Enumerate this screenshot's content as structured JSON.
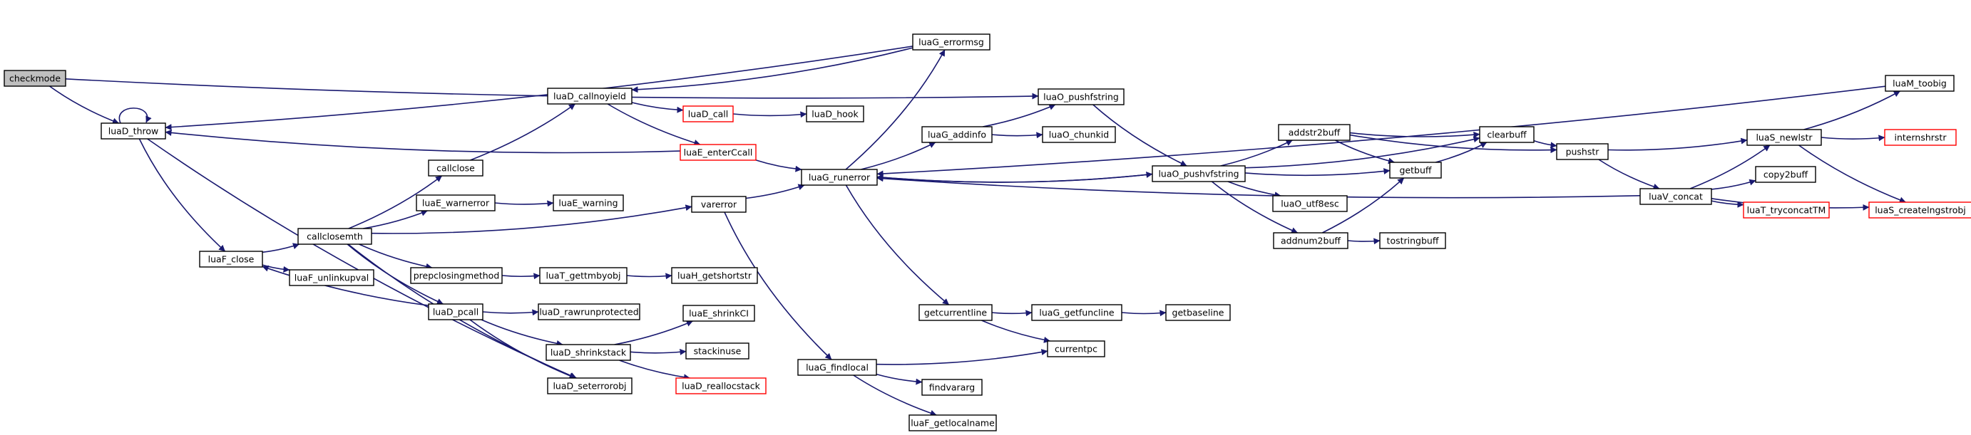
{
  "colors": {
    "edge": "#191970",
    "node_border": "#000000",
    "truncated_border": "#ff0000",
    "root_fill": "#bfbfbf",
    "node_fill": "#ffffff"
  },
  "nodes": {
    "checkmode": {
      "label": "checkmode",
      "kind": "root"
    },
    "luaD_throw": {
      "label": "luaD_throw",
      "kind": "normal"
    },
    "luaF_close": {
      "label": "luaF_close",
      "kind": "normal"
    },
    "callclosemth": {
      "label": "callclosemth",
      "kind": "normal"
    },
    "luaF_unlinkupval": {
      "label": "luaF_unlinkupval",
      "kind": "normal"
    },
    "callclose": {
      "label": "callclose",
      "kind": "normal"
    },
    "luaD_callnoyield": {
      "label": "luaD_callnoyield",
      "kind": "normal"
    },
    "luaD_call": {
      "label": "luaD_call",
      "kind": "truncated"
    },
    "luaD_hook": {
      "label": "luaD_hook",
      "kind": "normal"
    },
    "luaE_enterCcall": {
      "label": "luaE_enterCcall",
      "kind": "truncated"
    },
    "luaG_errormsg": {
      "label": "luaG_errormsg",
      "kind": "normal"
    },
    "luaE_warnerror": {
      "label": "luaE_warnerror",
      "kind": "normal"
    },
    "luaE_warning": {
      "label": "luaE_warning",
      "kind": "normal"
    },
    "prepclosingmethod": {
      "label": "prepclosingmethod",
      "kind": "normal"
    },
    "luaT_gettmbyobj": {
      "label": "luaT_gettmbyobj",
      "kind": "normal"
    },
    "luaH_getshortstr": {
      "label": "luaH_getshortstr",
      "kind": "normal"
    },
    "luaD_pcall": {
      "label": "luaD_pcall",
      "kind": "normal"
    },
    "luaD_rawrunprotected": {
      "label": "luaD_rawrunprotected",
      "kind": "normal"
    },
    "luaD_shrinkstack": {
      "label": "luaD_shrinkstack",
      "kind": "normal"
    },
    "luaE_shrinkCI": {
      "label": "luaE_shrinkCI",
      "kind": "normal"
    },
    "stackinuse": {
      "label": "stackinuse",
      "kind": "normal"
    },
    "luaD_reallocstack": {
      "label": "luaD_reallocstack",
      "kind": "truncated"
    },
    "luaD_seterrorobj": {
      "label": "luaD_seterrorobj",
      "kind": "normal"
    },
    "varerror": {
      "label": "varerror",
      "kind": "normal"
    },
    "luaG_runerror": {
      "label": "luaG_runerror",
      "kind": "normal"
    },
    "luaG_findlocal": {
      "label": "luaG_findlocal",
      "kind": "normal"
    },
    "findvararg": {
      "label": "findvararg",
      "kind": "normal"
    },
    "luaF_getlocalname": {
      "label": "luaF_getlocalname",
      "kind": "normal"
    },
    "currentpc": {
      "label": "currentpc",
      "kind": "normal"
    },
    "getcurrentline": {
      "label": "getcurrentline",
      "kind": "normal"
    },
    "luaG_getfuncline": {
      "label": "luaG_getfuncline",
      "kind": "normal"
    },
    "getbaseline": {
      "label": "getbaseline",
      "kind": "normal"
    },
    "luaG_addinfo": {
      "label": "luaG_addinfo",
      "kind": "normal"
    },
    "luaO_chunkid": {
      "label": "luaO_chunkid",
      "kind": "normal"
    },
    "luaO_pushfstring": {
      "label": "luaO_pushfstring",
      "kind": "normal"
    },
    "luaO_pushvfstring": {
      "label": "luaO_pushvfstring",
      "kind": "normal"
    },
    "addstr2buff": {
      "label": "addstr2buff",
      "kind": "normal"
    },
    "luaO_utf8esc": {
      "label": "luaO_utf8esc",
      "kind": "normal"
    },
    "addnum2buff": {
      "label": "addnum2buff",
      "kind": "normal"
    },
    "tostringbuff": {
      "label": "tostringbuff",
      "kind": "normal"
    },
    "getbuff": {
      "label": "getbuff",
      "kind": "normal"
    },
    "clearbuff": {
      "label": "clearbuff",
      "kind": "normal"
    },
    "pushstr": {
      "label": "pushstr",
      "kind": "normal"
    },
    "luaV_concat": {
      "label": "luaV_concat",
      "kind": "normal"
    },
    "luaS_newlstr": {
      "label": "luaS_newlstr",
      "kind": "normal"
    },
    "luaM_toobig": {
      "label": "luaM_toobig",
      "kind": "normal"
    },
    "internshrstr": {
      "label": "internshrstr",
      "kind": "truncated"
    },
    "luaS_createlngstrobj": {
      "label": "luaS_createlngstrobj",
      "kind": "truncated"
    },
    "copy2buff": {
      "label": "copy2buff",
      "kind": "normal"
    },
    "luaT_tryconcatTM": {
      "label": "luaT_tryconcatTM",
      "kind": "truncated"
    }
  },
  "edges": [
    [
      "checkmode",
      "luaD_throw"
    ],
    [
      "checkmode",
      "luaO_pushfstring"
    ],
    [
      "luaD_throw",
      "luaD_throw"
    ],
    [
      "luaD_throw",
      "luaF_close"
    ],
    [
      "luaD_throw",
      "luaD_seterrorobj"
    ],
    [
      "luaF_close",
      "callclosemth"
    ],
    [
      "luaF_close",
      "luaF_unlinkupval"
    ],
    [
      "callclosemth",
      "callclose"
    ],
    [
      "callclosemth",
      "luaE_warnerror"
    ],
    [
      "callclosemth",
      "prepclosingmethod"
    ],
    [
      "callclosemth",
      "luaD_pcall"
    ],
    [
      "callclosemth",
      "luaD_seterrorobj"
    ],
    [
      "callclosemth",
      "varerror"
    ],
    [
      "callclose",
      "luaD_callnoyield"
    ],
    [
      "luaD_callnoyield",
      "luaD_call"
    ],
    [
      "luaD_callnoyield",
      "luaE_enterCcall"
    ],
    [
      "luaD_call",
      "luaD_hook"
    ],
    [
      "luaE_enterCcall",
      "luaD_throw"
    ],
    [
      "luaE_enterCcall",
      "luaG_runerror"
    ],
    [
      "luaG_errormsg",
      "luaD_callnoyield"
    ],
    [
      "luaG_errormsg",
      "luaD_throw"
    ],
    [
      "luaE_warnerror",
      "luaE_warning"
    ],
    [
      "prepclosingmethod",
      "luaT_gettmbyobj"
    ],
    [
      "luaT_gettmbyobj",
      "luaH_getshortstr"
    ],
    [
      "luaD_pcall",
      "luaF_close"
    ],
    [
      "luaD_pcall",
      "luaD_rawrunprotected"
    ],
    [
      "luaD_pcall",
      "luaD_shrinkstack"
    ],
    [
      "luaD_pcall",
      "luaD_seterrorobj"
    ],
    [
      "luaD_shrinkstack",
      "luaE_shrinkCI"
    ],
    [
      "luaD_shrinkstack",
      "stackinuse"
    ],
    [
      "luaD_shrinkstack",
      "luaD_reallocstack"
    ],
    [
      "varerror",
      "luaG_runerror"
    ],
    [
      "varerror",
      "luaG_findlocal"
    ],
    [
      "luaG_findlocal",
      "findvararg"
    ],
    [
      "luaG_findlocal",
      "luaF_getlocalname"
    ],
    [
      "luaG_findlocal",
      "currentpc"
    ],
    [
      "luaG_runerror",
      "luaG_errormsg"
    ],
    [
      "luaG_runerror",
      "luaG_addinfo"
    ],
    [
      "luaG_runerror",
      "getcurrentline"
    ],
    [
      "luaG_runerror",
      "luaO_pushvfstring"
    ],
    [
      "getcurrentline",
      "luaG_getfuncline"
    ],
    [
      "getcurrentline",
      "currentpc"
    ],
    [
      "luaG_getfuncline",
      "getbaseline"
    ],
    [
      "luaG_addinfo",
      "luaO_chunkid"
    ],
    [
      "luaG_addinfo",
      "luaO_pushfstring"
    ],
    [
      "luaO_pushfstring",
      "luaO_pushvfstring"
    ],
    [
      "luaO_pushvfstring",
      "luaG_runerror"
    ],
    [
      "luaO_pushvfstring",
      "addstr2buff"
    ],
    [
      "luaO_pushvfstring",
      "clearbuff"
    ],
    [
      "luaO_pushvfstring",
      "getbuff"
    ],
    [
      "luaO_pushvfstring",
      "luaO_utf8esc"
    ],
    [
      "luaO_pushvfstring",
      "addnum2buff"
    ],
    [
      "addstr2buff",
      "clearbuff"
    ],
    [
      "addstr2buff",
      "getbuff"
    ],
    [
      "addstr2buff",
      "pushstr"
    ],
    [
      "addnum2buff",
      "getbuff"
    ],
    [
      "addnum2buff",
      "tostringbuff"
    ],
    [
      "getbuff",
      "clearbuff"
    ],
    [
      "clearbuff",
      "pushstr"
    ],
    [
      "pushstr",
      "luaS_newlstr"
    ],
    [
      "pushstr",
      "luaV_concat"
    ],
    [
      "luaV_concat",
      "luaS_newlstr"
    ],
    [
      "luaV_concat",
      "copy2buff"
    ],
    [
      "luaV_concat",
      "luaT_tryconcatTM"
    ],
    [
      "luaV_concat",
      "luaS_createlngstrobj"
    ],
    [
      "luaV_concat",
      "luaG_runerror"
    ],
    [
      "luaS_newlstr",
      "luaM_toobig"
    ],
    [
      "luaS_newlstr",
      "internshrstr"
    ],
    [
      "luaS_newlstr",
      "luaS_createlngstrobj"
    ],
    [
      "luaM_toobig",
      "luaG_runerror"
    ]
  ]
}
